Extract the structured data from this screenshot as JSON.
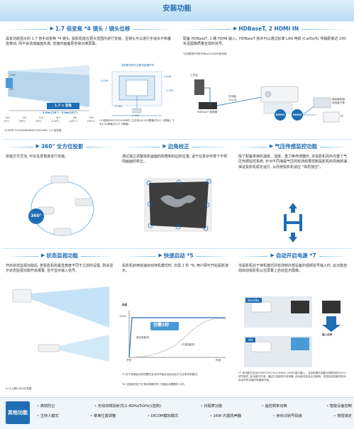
{
  "banner": {
    "title": "安装功能"
  },
  "lens": {
    "title": "1.7 倍变焦 *4 镜头 / 镜头位移",
    "desc": "具有功能强大的 1.7 倍手动变焦 *4 镜头, 投影机能在更大范围内进行安装。且镜头可以进行手动水平和垂直移动, 而不会造成画面失真, 安装时画面更容易对准屏幕。",
    "range_label": "1.7 × 变焦",
    "range_value": "3.0m(118\") - 5.0m(197\")",
    "axis_top": "100\"",
    "axis_bottom": "60\"",
    "ticks": [
      "0m",
      "1m",
      "2m",
      "3m",
      "4m",
      "5m"
    ],
    "ticks_ft": [
      "(0\")",
      "(39\")",
      "(79\")",
      "(118\")",
      "(157\")",
      "(197\")"
    ],
    "footnote": "*4 MMP-FX300WN/MMP-FS310WN: 1.6 倍变焦",
    "diagram_caption": "当投影机镜头位移功能操作时",
    "dim_h1": "0.846",
    "dim_h2": "0.446",
    "dim_w1": "1.355",
    "dim_w2": "0.363",
    "dim_w3": "1.092",
    "diagram_note": "*4 使用MMP-FS310WN时, 左右各为0.050屏幕(共计1.1屏幕); 下为0.50屏幕(共计1.5屏幕)"
  },
  "hdbaset": {
    "title": "HDBaseT, 2 HDMI IN",
    "desc": "配备 HDBaseT, 2 路 HDMI 输入。HDBaseT 技术可以通过标准 LAN 电缆 (Cat5e/6) 传输距离达 100 米且图像质量无损的信号。",
    "note": "*右侧配有不同HDBaseT/HDMI信号线",
    "label_site": "工作站",
    "label_converter": "HDBaseT 转换器",
    "label_distance": "可传输",
    "label_distance2": "100 米",
    "label_hdmi1": "HDMI1",
    "label_hdmi2": "HDMI2",
    "label_player": "媒体播放器",
    "label_pc": "电视盒子等",
    "label_pc2": "PC"
  },
  "rotate": {
    "title": "360° 全方位投影",
    "desc": "安装方式灵活, 可在任意角度进行安装。",
    "badge": "360°"
  },
  "keystone": {
    "title": "边角校正",
    "desc": "通过独立调整投影画面的四角和四边的位置, 适于在复杂环境下不规则画面的校正。"
  },
  "pressure": {
    "title": "气压传感监控功能",
    "desc": "除了配备常用的温度、湿度、重力等传感器外, 本投影机另外内置了气压传感监控系统, 针对不同海拔气压的检测结果控制投影机的风扇转速, 保证投影机稳定运行, 从而使投影机适应 \"高原放应\"。"
  },
  "status": {
    "title": "状态监视功能",
    "desc": "开启状态监视功能后, 若投影机的垂直角度不同于之前的设置, 则会显示状态监视功能开启报警, 且不显示输入信号。",
    "note": "※ 以上图片均为示意图"
  },
  "quickstart": {
    "title": "快速启动 *5",
    "desc": "投影机启用快速启动待机模式时, 仅需 1 秒 *6, 用户即可开始投影演示。",
    "ylabel": "亮度",
    "y100": "100%",
    "badge": "仅需1秒",
    "label_this": "激光投影机",
    "label_lamp": "灯泡投影机",
    "xlabel_on": "开机",
    "xlabel_time": "时间",
    "note1": "*5 处于快速启动待机模式且关闭开始自动启动后方为正常待机模式。",
    "note2": "*6 当投影机处于正常待机模式时, 快速启动需要约 8 秒。"
  },
  "autopower": {
    "title": "自动开启电源 *7",
    "desc": "当投影机处于待机模式并检测到外部设备的视频信号输入时, 此功能自动启动投影机以在屏幕上自动显示图像。",
    "label_standby": "Standby",
    "label_input": "输入信号",
    "label_on": "ON",
    "note": "*7 该功能仅支持COMPUTER IN1,HDMI1,VIDEO端口输入。当待机模式设置为网络待机(WOL)或节能时, 此功能不可用。通过已连接的外部设备, 此功能可能会无法使用。若强加至投影机的为自动开机功能时将重新开始。"
  },
  "footer": {
    "label": "其他功能",
    "items": [
      "高效防尘",
      "无线双频投射式(2.4GHz/5GHz)(选购)",
      "日程表功能",
      "遥控频率切换",
      "智能设备控制",
      "主持人模式",
      "菜单位置调整",
      "DICOM模拟模式",
      "16W 内置扬声器",
      "身份识别号码锁",
      "按钮锁定"
    ]
  },
  "colors": {
    "accent": "#1f6db3",
    "banner_bg": "#cce6f7",
    "screen_blue": "#4a9ad6"
  }
}
